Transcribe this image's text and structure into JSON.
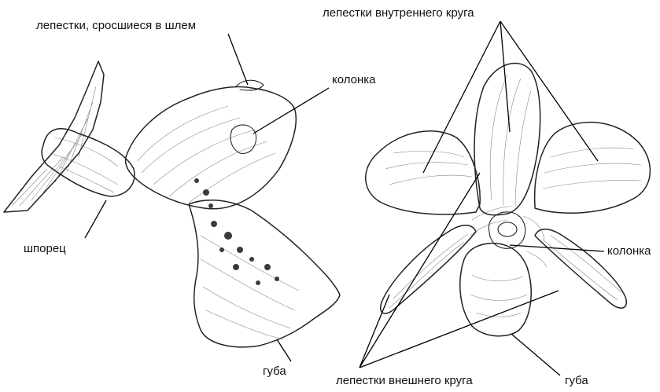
{
  "labels": {
    "left_helmet": "лепестки, сросшиеся в шлем",
    "left_column": "колонка",
    "left_spur": "шпорец",
    "left_lip": "губа",
    "right_inner": "лепестки внутреннего круга",
    "right_column": "колонка",
    "right_outer": "лепестки внешнего круга",
    "right_lip": "губа"
  }
}
